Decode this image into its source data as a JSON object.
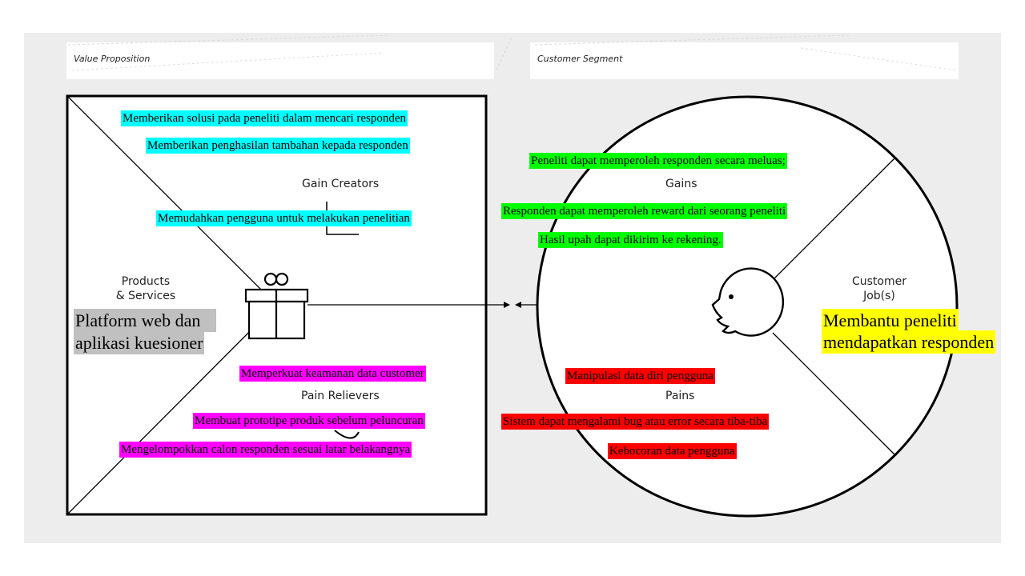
{
  "headers": {
    "value_proposition": "Value Proposition",
    "customer_segment": "Customer Segment"
  },
  "value_map": {
    "gain_creators_label": "Gain Creators",
    "products_services_label_1": "Products",
    "products_services_label_2": "& Services",
    "pain_relievers_label": "Pain Relievers",
    "gain_creators": [
      "Memberikan  solusi pada peneliti  dalam  mencari  responden",
      "Memberikan  penghasilan  tambahan  kepada responden",
      "Memudahkan  pengguna  untuk  melakukan  penelitian"
    ],
    "products_services": [
      "Platform web dan",
      "aplikasi kuesioner"
    ],
    "pain_relievers": [
      "Memperkuat  keamanan  data customer",
      "Membuat  prototipe  produk  sebelum  peluncuran",
      "Mengelompokkan  calon  responden  sesuai  latar  belakangnya"
    ]
  },
  "customer_profile": {
    "gains_label": "Gains",
    "pains_label": "Pains",
    "jobs_label_1": "Customer",
    "jobs_label_2": "Job(s)",
    "gains": [
      "Peneliti  dapat  memperoleh  responden  secara  meluas;",
      "Responden  dapat  memperoleh  reward  dari  seorang  peneliti",
      "Hasil  upah  dapat  dikirim   ke  rekening."
    ],
    "pains": [
      "Manipulasi   data  diri  pengguna",
      "Sistem  dapat  mengalami   bug  atau  error  secara  tiba-tiba",
      "Kebocoran  data  pengguna"
    ],
    "jobs": [
      "Membantu peneliti",
      "mendapatkan responden"
    ]
  },
  "colors": {
    "gain_creators": "#00ffff",
    "pain_relievers": "#ff00ff",
    "gains": "#00ff00",
    "pains": "#ff0000",
    "products": "#c0c0c0",
    "jobs": "#ffff00"
  },
  "icons": [
    "gift-icon",
    "face-icon"
  ]
}
